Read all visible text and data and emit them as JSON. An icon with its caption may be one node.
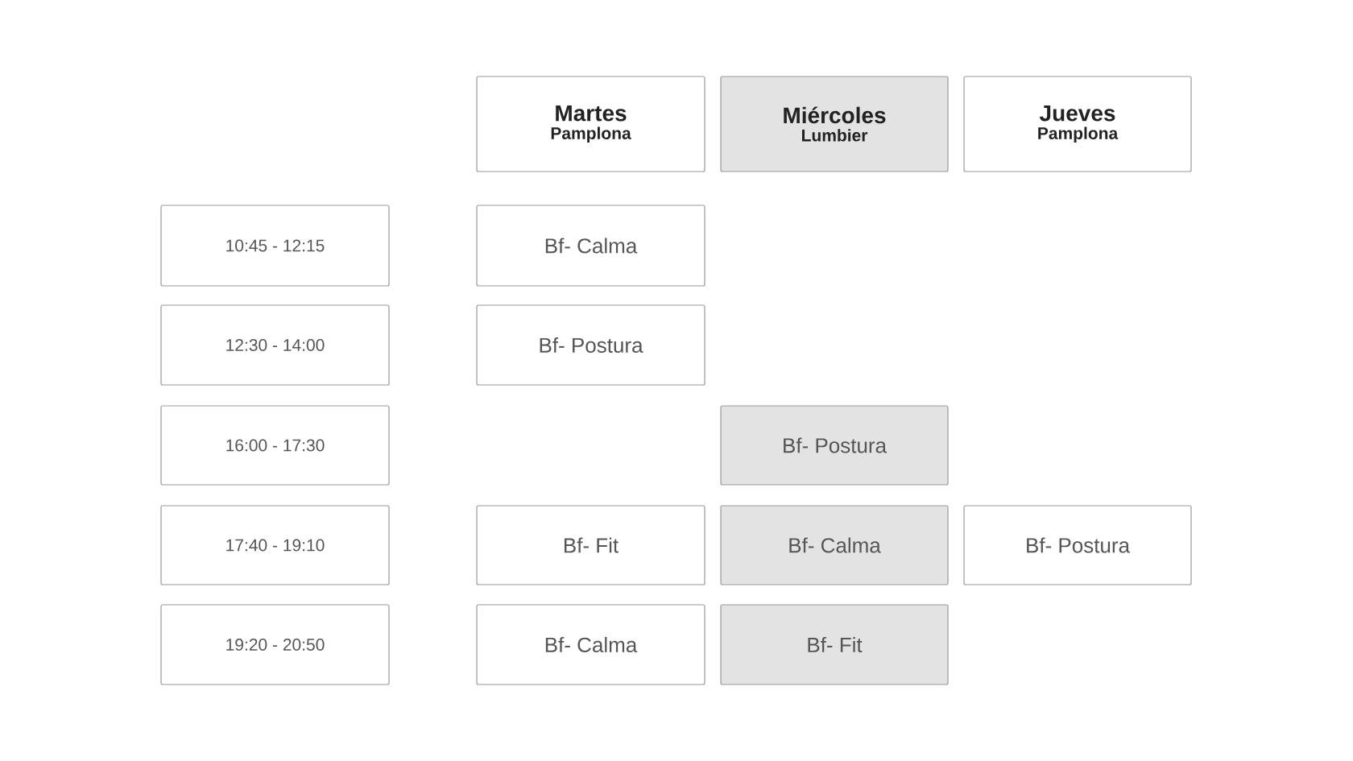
{
  "diagram": {
    "nodes": [
      {
        "text": [
          "Martes",
          "Pamplona"
        ]
      },
      {
        "text": [
          "Miércoles",
          "Lumbier"
        ]
      },
      {
        "text": [
          "Jueves",
          "Pamplona"
        ]
      },
      {
        "text": [
          "10:45 - 12:15"
        ]
      },
      {
        "text": [
          "Bf- Calma"
        ]
      },
      {
        "text": [
          "12:30 - 14:00"
        ]
      },
      {
        "text": [
          "Bf- Postura"
        ]
      },
      {
        "text": [
          "16:00 - 17:30"
        ]
      },
      {
        "text": [
          "Bf- Postura"
        ]
      },
      {
        "text": [
          "17:40 - 19:10"
        ]
      },
      {
        "text": [
          "Bf- Fit"
        ]
      },
      {
        "text": [
          "Bf- Calma"
        ]
      },
      {
        "text": [
          "Bf- Postura"
        ]
      },
      {
        "text": [
          "19:20 - 20:50"
        ]
      },
      {
        "text": [
          "Bf- Calma"
        ]
      },
      {
        "text": [
          "Bf- Fit"
        ]
      }
    ]
  }
}
